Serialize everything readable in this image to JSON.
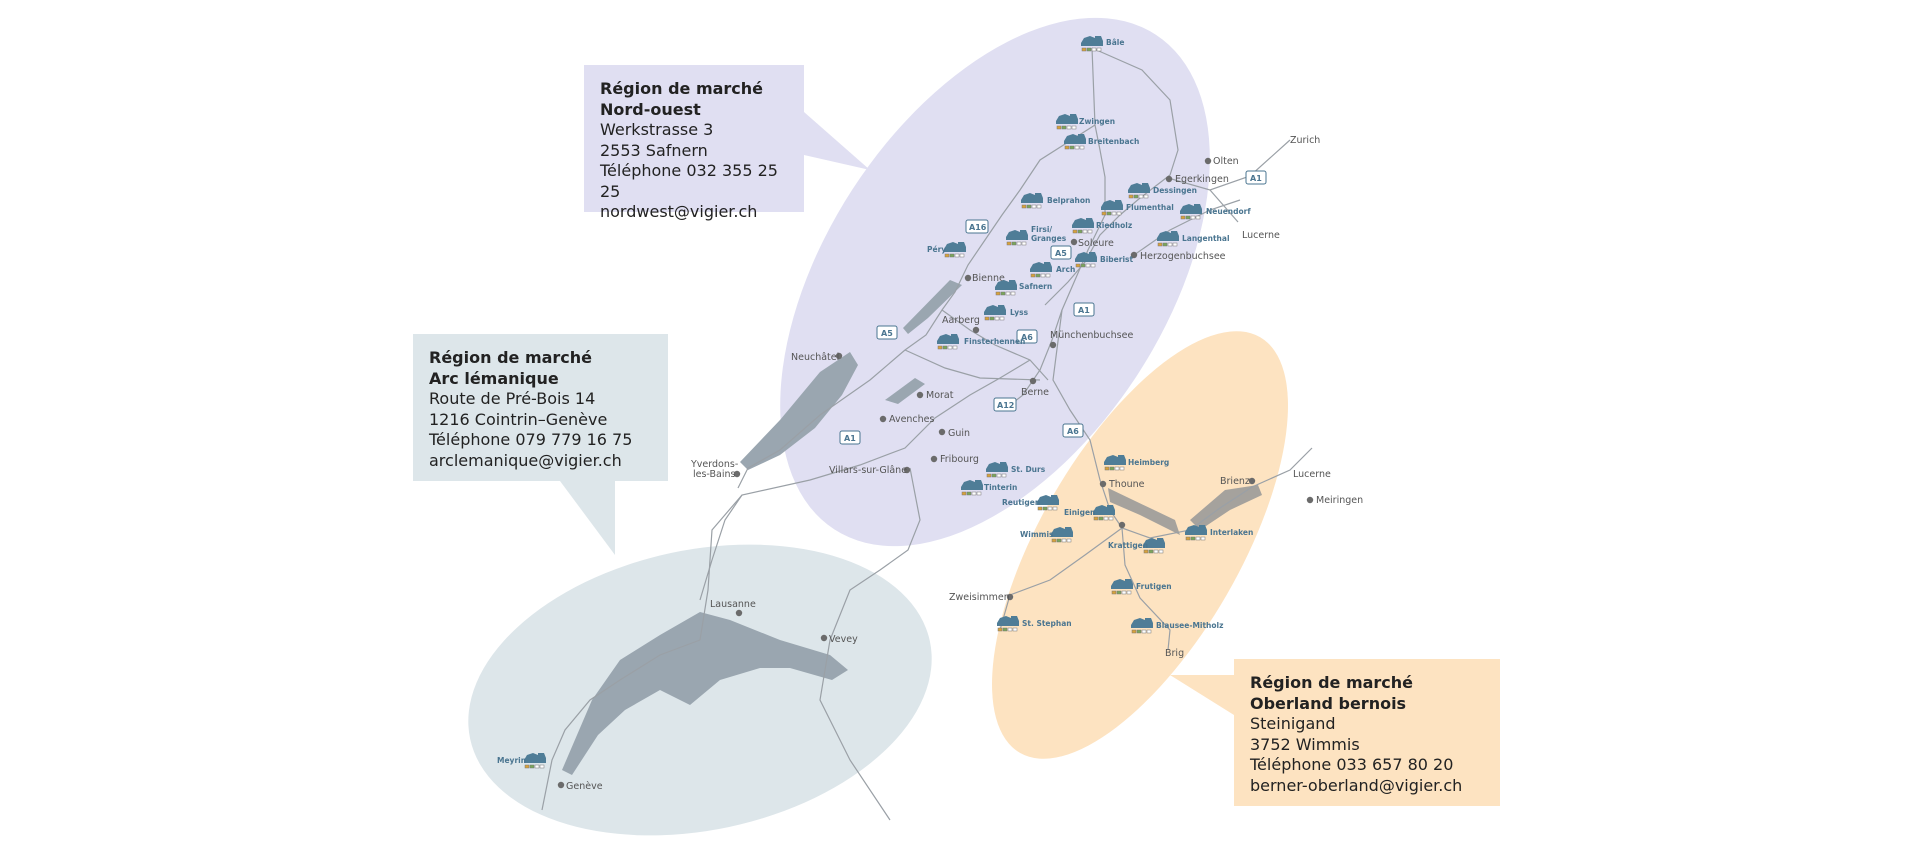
{
  "regions": {
    "nordwest": {
      "title1": "Région de marché",
      "title2": "Nord-ouest",
      "line1": "Werkstrasse 3",
      "line2": "2553 Safnern",
      "phone": "Téléphone 032 355 25 25",
      "email": "nordwest@vigier.ch",
      "color": "#e0dff2"
    },
    "arc": {
      "title1": "Région de marché",
      "title2": "Arc lémanique",
      "line1": "Route de Pré-Bois 14",
      "line2": "1216 Cointrin–Genève",
      "phone": "Téléphone 079 779 16 75",
      "email": "arclemanique@vigier.ch",
      "color": "#dde6ea"
    },
    "oberland": {
      "title1": "Région de marché",
      "title2": "Oberland bernois",
      "line1": "Steinigand",
      "line2": "3752 Wimmis",
      "phone": "Téléphone 033 657 80 20",
      "email": "berner-oberland@vigier.ch",
      "color": "#fde3c1"
    }
  },
  "cities": {
    "olten": "Olten",
    "zurich": "Zurich",
    "egerkingen": "Egerkingen",
    "lucerne1": "Lucerne",
    "soleure": "Soleure",
    "herzogenbuchsee": "Herzogenbuchsee",
    "bienne": "Bienne",
    "aarberg": "Aarberg",
    "muenchenbuchsee": "Münchenbuchsee",
    "neuchatel": "Neuchâtel",
    "berne": "Berne",
    "morat": "Morat",
    "avenches": "Avenches",
    "guin": "Guin",
    "fribourg": "Fribourg",
    "villars": "Villars-sur-Glâne",
    "yverdons1": "Yverdons-",
    "yverdons2": "les-Bains",
    "thoune": "Thoune",
    "brienz": "Brienz",
    "lucerne2": "Lucerne",
    "meiringen": "Meiringen",
    "zweisimmen": "Zweisimmen",
    "brig": "Brig",
    "lausanne": "Lausanne",
    "vevey": "Vevey",
    "geneve": "Genève"
  },
  "plants": {
    "bale": "Bâle",
    "zwingen": "Zwingen",
    "breitenbach": "Breitenbach",
    "belprahon": "Belprahon",
    "dessingen": "Dessingen",
    "flumenthal": "Flumenthal",
    "neuendorf": "Neuendorf",
    "riedholz": "Riedholz",
    "langenthal": "Langenthal",
    "pery": "Péry",
    "firsi1": "Firsi/",
    "firsi2": "Granges",
    "biberist": "Biberist",
    "arch": "Arch",
    "safnern": "Safnern",
    "lyss": "Lyss",
    "finsterhennen": "Finsterhennen",
    "heimberg": "Heimberg",
    "stours": "St. Durs",
    "tinterin": "Tinterin",
    "reutigen": "Reutigen",
    "einigen": "Einigen",
    "wimmis": "Wimmis",
    "interlaken": "Interlaken",
    "kratigen": "Krattigen",
    "frutigen": "Frutigen",
    "ststephan": "St. Stephan",
    "blausee": "Blausee-Mitholz",
    "meyrin": "Meyrin"
  },
  "roads": {
    "a1a": "A1",
    "a16": "A16",
    "a5a": "A5",
    "a1b": "A1",
    "a5b": "A5",
    "a6a": "A6",
    "a12": "A12",
    "a1c": "A1",
    "a6b": "A6"
  }
}
